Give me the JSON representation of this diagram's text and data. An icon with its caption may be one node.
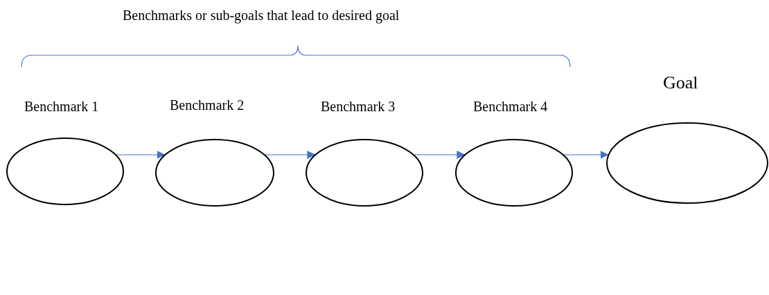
{
  "diagram": {
    "nodes": [
      {
        "text": [
          "Benchmark 1"
        ]
      },
      {
        "text": [
          "Benchmark 2"
        ]
      },
      {
        "text": [
          "Benchmark 3"
        ]
      },
      {
        "text": [
          "Benchmark 4"
        ]
      },
      {
        "text": [
          "Goal"
        ]
      }
    ],
    "edges": [
      {
        "from": 0,
        "to": 1,
        "arrow": "to"
      },
      {
        "from": 1,
        "to": 2,
        "arrow": "to"
      },
      {
        "from": 2,
        "to": 3,
        "arrow": "to"
      },
      {
        "from": 3,
        "to": 4,
        "arrow": "to"
      }
    ],
    "labels": [
      "Benchmarks or sub-goals that lead to desired goal"
    ]
  }
}
